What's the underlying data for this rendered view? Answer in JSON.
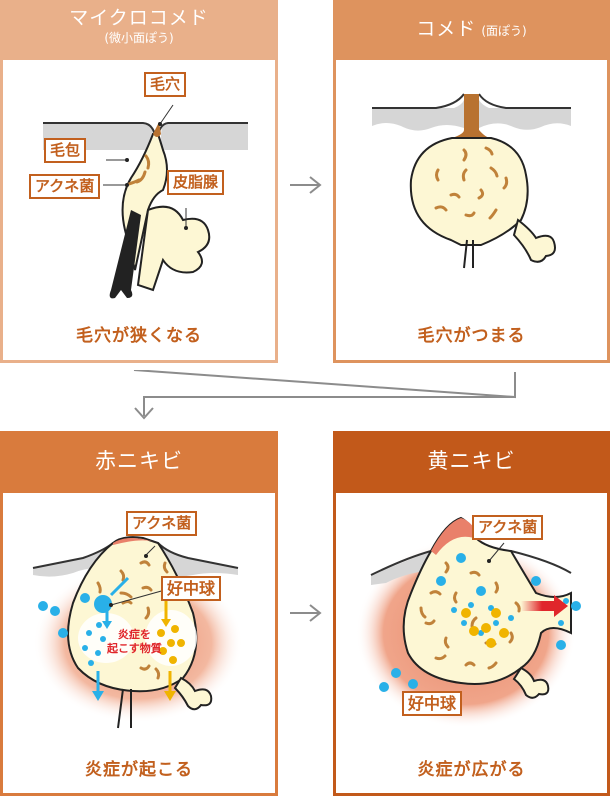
{
  "colors": {
    "panel1": "#e9b08a",
    "panel2": "#de935e",
    "panel3": "#d97b3d",
    "panel4": "#c2591a",
    "caption": "#c2601e",
    "skin": "#d6d6d6",
    "sebum": "#fdf7d4",
    "bacteria": "#c0823a",
    "neutrophil": "#29b0e8",
    "substance": "#f0b400",
    "arrow": "#8c8c8c"
  },
  "panels": [
    {
      "title": "マイクロコメド",
      "subtitle": "(微小面ぽう)",
      "caption": "毛穴が狭くなる",
      "labels": [
        "毛穴",
        "毛包",
        "アクネ菌",
        "皮脂腺"
      ]
    },
    {
      "title": "コメド",
      "subtitle": "(面ぽう)",
      "caption": "毛穴がつまる"
    },
    {
      "title": "赤ニキビ",
      "caption": "炎症が起こる",
      "labels": [
        "アクネ菌",
        "好中球"
      ],
      "inflammation_text_line1": "炎症を",
      "inflammation_text_line2": "起こす物質"
    },
    {
      "title": "黄ニキビ",
      "caption": "炎症が広がる",
      "labels": [
        "アクネ菌",
        "好中球"
      ]
    }
  ],
  "icons": {
    "flow_right": "arrow-right-icon",
    "flow_down": "arrow-down-icon"
  }
}
